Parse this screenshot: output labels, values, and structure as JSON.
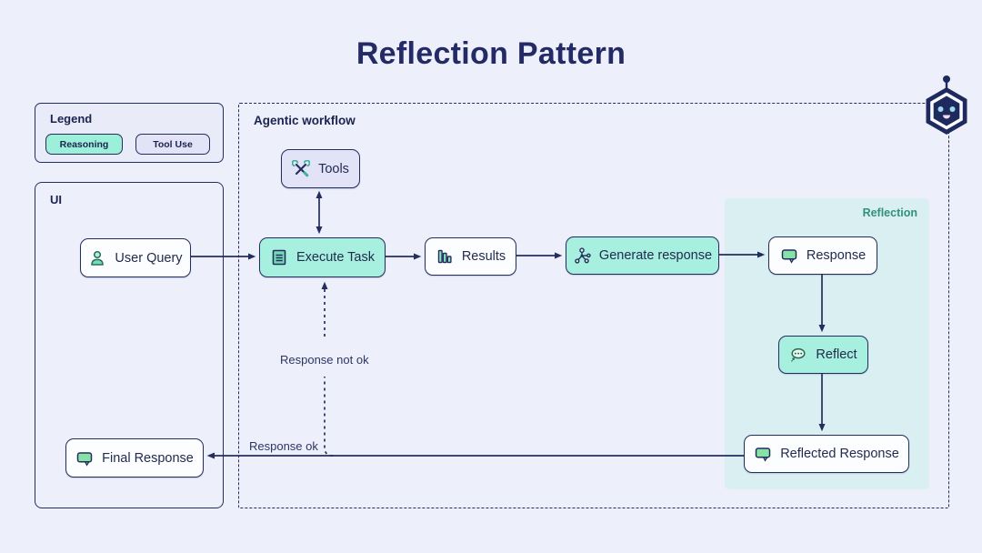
{
  "title": "Reflection Pattern",
  "legend": {
    "title": "Legend",
    "items": [
      {
        "label": "Reasoning",
        "color": "#9cf0d9"
      },
      {
        "label": "Tool Use",
        "color": "#e3e3f8"
      }
    ]
  },
  "ui_panel": {
    "title": "UI",
    "user_query": "User Query",
    "final_response": "Final Response"
  },
  "workflow": {
    "title": "Agentic workflow",
    "tools": "Tools",
    "execute_task": "Execute Task",
    "results": "Results",
    "generate_response": "Generate response",
    "response_not_ok": "Response not ok",
    "response_ok": "Response ok"
  },
  "reflection": {
    "title": "Reflection",
    "response": "Response",
    "reflect": "Reflect",
    "reflected_response": "Reflected Response"
  },
  "icons": {
    "tools": "crossed-wrench-screwdriver",
    "user_query": "person",
    "execute_task": "task-list-document",
    "results": "bar-chart",
    "generate_response": "node-graph",
    "response": "speech-bubble",
    "reflect": "thought-bubble",
    "reflected_response": "speech-bubble",
    "final_response": "speech-bubble",
    "mascot": "hexagon-robot"
  },
  "colors": {
    "page_bg": "#edf0fa",
    "navy": "#242e5e",
    "title_navy": "#232a66",
    "reasoning_teal": "#a7efdf",
    "tool_use_lavender": "#e3e3f8",
    "node_white": "#fcfdff",
    "reflection_bg": "#d9eff2",
    "reflection_label": "#30917f",
    "icon_green": "#74dcb4",
    "bubble_green": "#87e2a8"
  }
}
